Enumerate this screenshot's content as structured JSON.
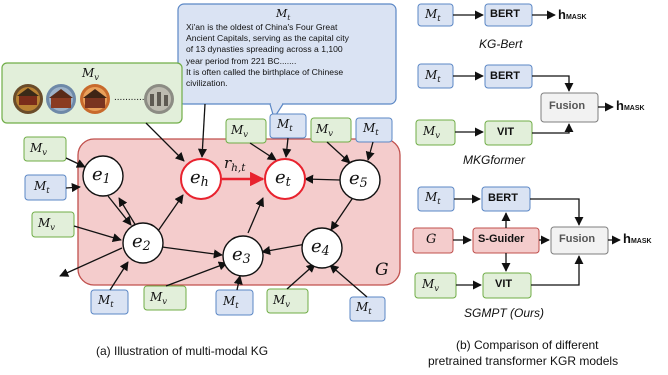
{
  "panel_a": {
    "caption": "(a) Illustration of multi-modal KG",
    "text_box": {
      "title_symbol": "M",
      "title_sub": "t",
      "lines": [
        "Xi'an is the oldest of China's Four Great",
        "Ancient Capitals, serving as the capital city",
        "of 13 dynasties spreading across a 1,100",
        "year period from 221 BC.......",
        "It is often called the birthplace of Chinese",
        "civilization."
      ]
    },
    "image_box": {
      "title_symbol": "M",
      "title_sub": "v",
      "dots": "..........."
    },
    "graph_label": "G",
    "relation_label": "r",
    "relation_sub": "h,t",
    "entities": [
      {
        "id": "e1",
        "main": "e",
        "sub": "1"
      },
      {
        "id": "e2",
        "main": "e",
        "sub": "2"
      },
      {
        "id": "e3",
        "main": "e",
        "sub": "3"
      },
      {
        "id": "e4",
        "main": "e",
        "sub": "4"
      },
      {
        "id": "e5",
        "main": "e",
        "sub": "5"
      },
      {
        "id": "eh",
        "main": "e",
        "sub": "h"
      },
      {
        "id": "et",
        "main": "e",
        "sub": "t"
      }
    ],
    "modality_v": {
      "main": "M",
      "sub": "v"
    },
    "modality_t": {
      "main": "M",
      "sub": "t"
    }
  },
  "panel_b": {
    "caption_line1": "(b) Comparison of different",
    "caption_line2": "pretrained transformer KGR models",
    "bert_label": "BERT",
    "vit_label": "VIT",
    "fusion_label": "Fusion",
    "sguider_label": "S-Guider",
    "output_label": "h",
    "output_sub": "MASK",
    "graph_symbol": "G",
    "model1_name": "KG-Bert",
    "model2_name": "MKGformer",
    "model3_name": "SGMPT (Ours)"
  },
  "colors": {
    "text_blue_fill": "#dae3f3",
    "text_blue_stroke": "#5b87c5",
    "visual_green_fill": "#e2efda",
    "visual_green_stroke": "#70ad47",
    "graph_red_fill": "#f4cccc",
    "graph_red_stroke": "#c0504d",
    "fusion_gray_fill": "#f2f2f2",
    "fusion_gray_stroke": "#7f7f7f",
    "highlight_red": "#e8222e"
  }
}
